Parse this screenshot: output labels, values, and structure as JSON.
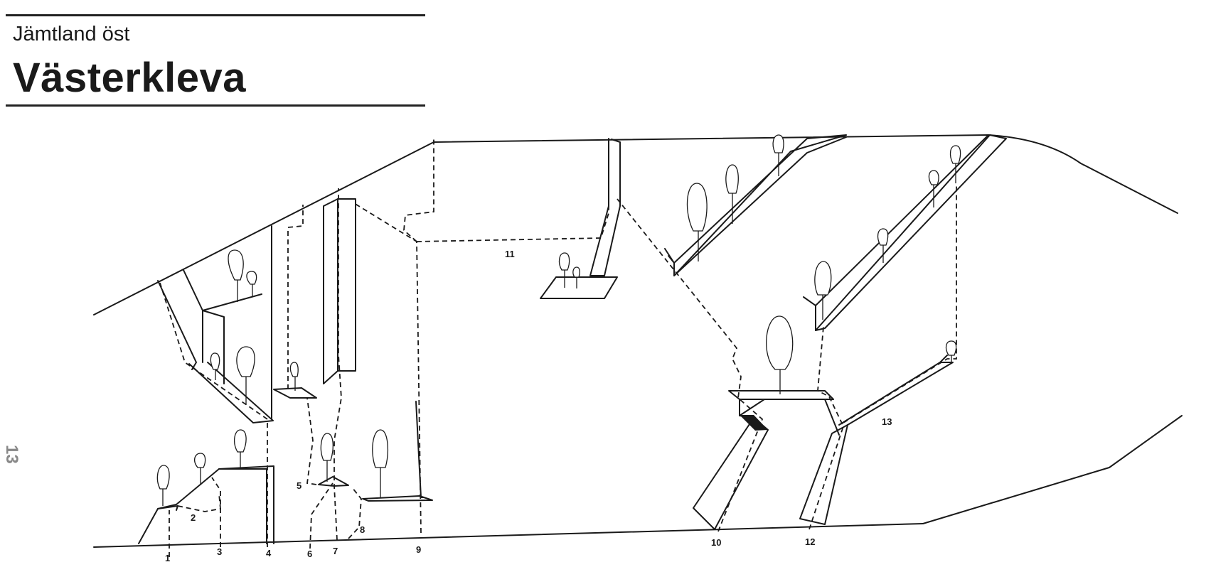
{
  "header": {
    "region": "Jämtland öst",
    "title": "Västerkleva"
  },
  "page_number": "13",
  "routes": [
    "1",
    "2",
    "3",
    "4",
    "5",
    "6",
    "7",
    "8",
    "9",
    "10",
    "11",
    "12",
    "13"
  ]
}
